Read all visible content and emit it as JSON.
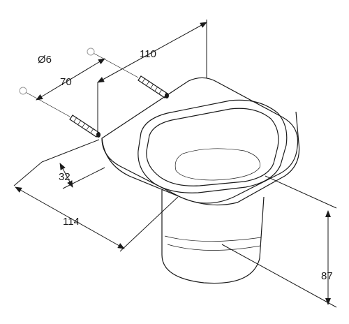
{
  "diagram": {
    "dimensions": {
      "hole_diameter": "Ø6",
      "hole_spacing": "70",
      "depth": "110",
      "plate_height": "32",
      "width": "114",
      "cup_height": "87"
    },
    "colors": {
      "line": "#1a1a1a",
      "shading": "#ececec",
      "screw_marker": "#9a9a9a"
    }
  }
}
